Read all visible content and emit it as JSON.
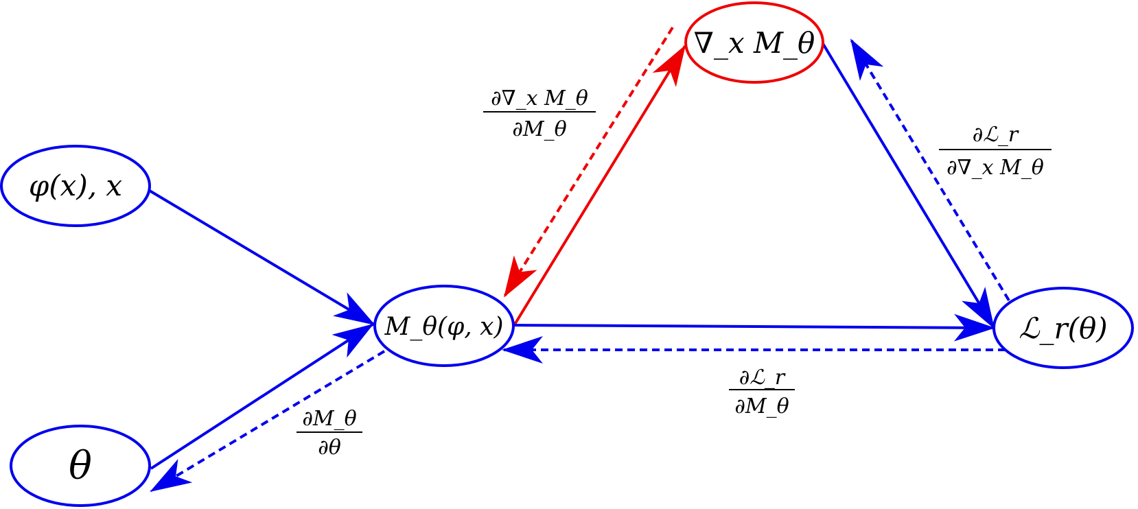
{
  "colors": {
    "blue": "#0000ee",
    "red": "#ee0000",
    "text": "#000000"
  },
  "nodes": {
    "phi_x": {
      "label": "φ(x), x"
    },
    "theta": {
      "label": "θ"
    },
    "model": {
      "label": "M_θ(φ, x)"
    },
    "grad": {
      "label": "∇_x M_θ"
    },
    "loss": {
      "label": "ℒ_r(θ)"
    }
  },
  "edges": [
    {
      "from": "φ(x), x",
      "to": "M_θ(φ, x)",
      "style": "solid",
      "color": "blue"
    },
    {
      "from": "θ",
      "to": "M_θ(φ, x)",
      "style": "solid",
      "color": "blue"
    },
    {
      "from": "M_θ(φ, x)",
      "to": "θ",
      "style": "dashed",
      "color": "blue",
      "label": "∂M_θ / ∂θ"
    },
    {
      "from": "M_θ(φ, x)",
      "to": "∇_x M_θ",
      "style": "solid",
      "color": "red"
    },
    {
      "from": "∇_x M_θ",
      "to": "M_θ(φ, x)",
      "style": "dashed",
      "color": "red",
      "label": "∂∇_x M_θ / ∂M_θ"
    },
    {
      "from": "∇_x M_θ",
      "to": "ℒ_r(θ)",
      "style": "solid",
      "color": "blue"
    },
    {
      "from": "ℒ_r(θ)",
      "to": "∇_x M_θ",
      "style": "dashed",
      "color": "blue",
      "label": "∂ℒ_r / ∂∇_x M_θ"
    },
    {
      "from": "M_θ(φ, x)",
      "to": "ℒ_r(θ)",
      "style": "solid",
      "color": "blue"
    },
    {
      "from": "ℒ_r(θ)",
      "to": "M_θ(φ, x)",
      "style": "dashed",
      "color": "blue",
      "label": "∂ℒ_r / ∂M_θ"
    }
  ],
  "edge_labels": {
    "dM_dtheta": {
      "num": "∂M_θ",
      "den": "∂θ"
    },
    "dgrad_dM": {
      "num": "∂∇_x M_θ",
      "den": "∂M_θ"
    },
    "dL_dgrad": {
      "num": "∂ℒ_r",
      "den": "∂∇_x M_θ"
    },
    "dL_dM": {
      "num": "∂ℒ_r",
      "den": "∂M_θ"
    }
  }
}
